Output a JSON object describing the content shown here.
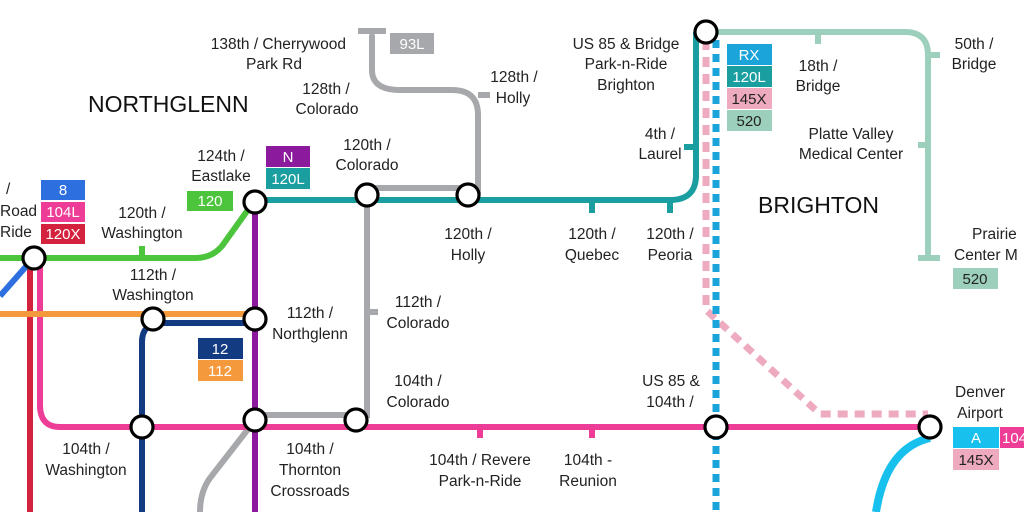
{
  "regions": {
    "northglenn": "NORTHGLENN",
    "brighton": "BRIGHTON"
  },
  "colors": {
    "route_120L": "#1a9ea0",
    "route_104L": "#ee3d96",
    "route_120": "#4cc43b",
    "route_N": "#8b1a9c",
    "route_93L": "#a6a8ab",
    "route_12": "#123b82",
    "route_112": "#f59a3c",
    "route_120X": "#d4213d",
    "route_8": "#2e6fe0",
    "route_RX": "#1aa4d9",
    "route_145X": "#eeaabf",
    "route_520": "#9dd0bc",
    "route_A": "#18c0ee"
  },
  "stops": {
    "s_138_cherrywood": [
      "138th / Cherrywood",
      "Park Rd"
    ],
    "s_128_colorado": [
      "128th /",
      "Colorado"
    ],
    "s_128_holly": [
      "128th /",
      "Holly"
    ],
    "s_us85_bridge": [
      "US 85 & Bridge",
      "Park-n-Ride",
      "Brighton"
    ],
    "s_50_bridge": [
      "50th /",
      "Bridge"
    ],
    "s_18_bridge": [
      "18th /",
      "Bridge"
    ],
    "s_4_laurel": [
      "4th /",
      "Laurel"
    ],
    "s_platte_valley": [
      "Platte Valley",
      "Medical Center"
    ],
    "s_124_eastlake": [
      "124th /",
      "Eastlake"
    ],
    "s_120_colorado": [
      "120th /",
      "Colorado"
    ],
    "s_120_washington": [
      "120th /",
      "Washington"
    ],
    "s_120_holly": [
      "120th /",
      "Holly"
    ],
    "s_120_quebec": [
      "120th /",
      "Quebec"
    ],
    "s_120_peoria": [
      "120th /",
      "Peoria"
    ],
    "s_prairie": [
      "Prairie",
      "Center M"
    ],
    "s_park_road": [
      "/",
      "Road",
      "Ride"
    ],
    "s_112_washington": [
      "112th /",
      "Washington"
    ],
    "s_112_northglenn": [
      "112th /",
      "Northglenn"
    ],
    "s_112_colorado": [
      "112th /",
      "Colorado"
    ],
    "s_104_colorado": [
      "104th /",
      "Colorado"
    ],
    "s_us85_104": [
      "US 85 &",
      "104th /"
    ],
    "s_denver_airport": [
      "Denver",
      "Airport"
    ],
    "s_104_washington": [
      "104th /",
      "Washington"
    ],
    "s_104_thornton": [
      "104th /",
      "Thornton",
      "Crossroads"
    ],
    "s_104_revere": [
      "104th / Revere",
      "Park-n-Ride"
    ],
    "s_104_reunion": [
      "104th -",
      "Reunion"
    ]
  },
  "route_badges": {
    "b_93L": "93L",
    "b_8": "8",
    "b_104L_a": "104L",
    "b_120X": "120X",
    "b_N": "N",
    "b_120L_a": "120L",
    "b_120": "120",
    "b_12": "12",
    "b_112": "112",
    "b_RX": "RX",
    "b_120L_b": "120L",
    "b_145X_a": "145X",
    "b_520_a": "520",
    "b_520_b": "520",
    "b_A": "A",
    "b_104L_b": "104",
    "b_145X_b": "145X"
  }
}
